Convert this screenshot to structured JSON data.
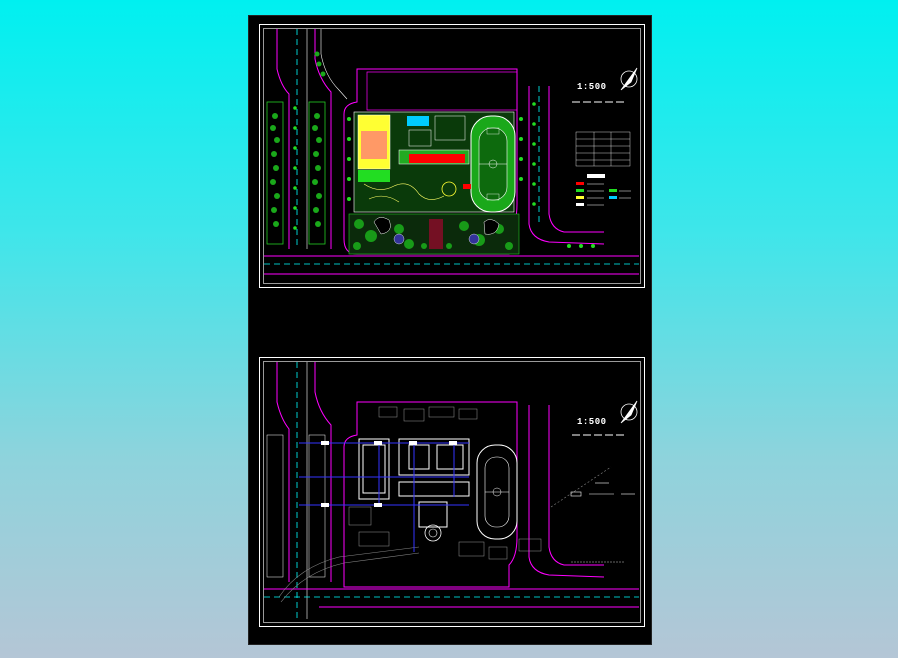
{
  "drawings": {
    "top": {
      "scale": "1:500",
      "sheet": "site-plan-landscape"
    },
    "bottom": {
      "scale": "1:500",
      "sheet": "site-plan-layout"
    }
  },
  "colors": {
    "background": "#000000",
    "frame": "#ffffff",
    "road_edge": "#ff00ff",
    "road_centerline": "#00ffff",
    "vegetation": "#22cc22",
    "track": "#ffffff",
    "sports_field": "#ff9966",
    "red_block": "#ff0000",
    "pool": "#00ccff",
    "yellow": "#ffff00",
    "blue_line": "#3333ff"
  }
}
